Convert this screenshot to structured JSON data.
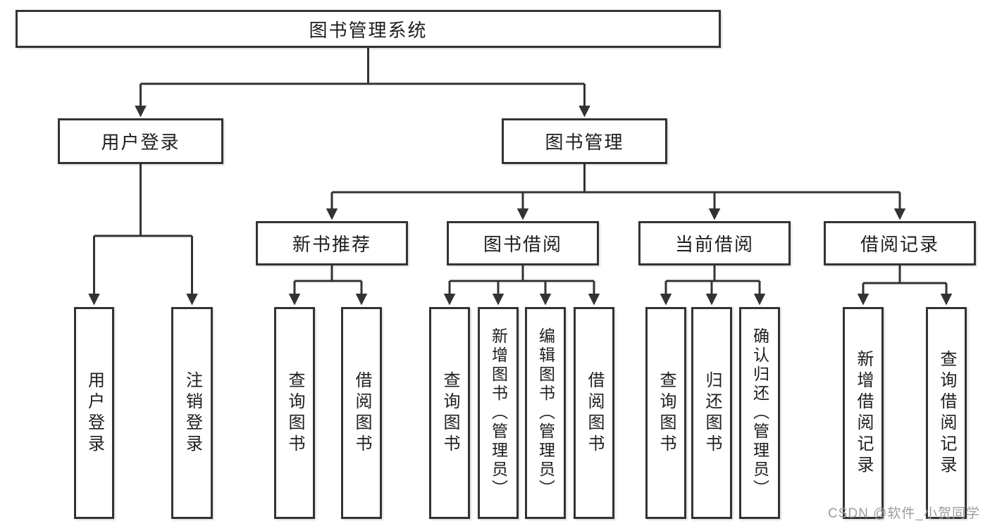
{
  "tree": {
    "label": "图书管理系统",
    "children": [
      {
        "label": "用户登录",
        "children": [
          {
            "label": "用户登录"
          },
          {
            "label": "注销登录"
          }
        ]
      },
      {
        "label": "图书管理",
        "children": [
          {
            "label": "新书推荐",
            "children": [
              {
                "label": "查询图书"
              },
              {
                "label": "借阅图书"
              }
            ]
          },
          {
            "label": "图书借阅",
            "children": [
              {
                "label": "查询图书"
              },
              {
                "label": "新增图书（管理员）"
              },
              {
                "label": "编辑图书（管理员）"
              },
              {
                "label": "借阅图书"
              }
            ]
          },
          {
            "label": "当前借阅",
            "children": [
              {
                "label": "查询图书"
              },
              {
                "label": "归还图书"
              },
              {
                "label": "确认归还（管理员）"
              }
            ]
          },
          {
            "label": "借阅记录",
            "children": [
              {
                "label": "新增借阅记录"
              },
              {
                "label": "查询借阅记录"
              }
            ]
          }
        ]
      }
    ]
  },
  "colors": {
    "line": "#333333",
    "text": "#1e1e1e",
    "watermark_gray": "#9c9c9c",
    "background": "#ffffff"
  },
  "watermark": "CSDN @软件_小贺同学"
}
